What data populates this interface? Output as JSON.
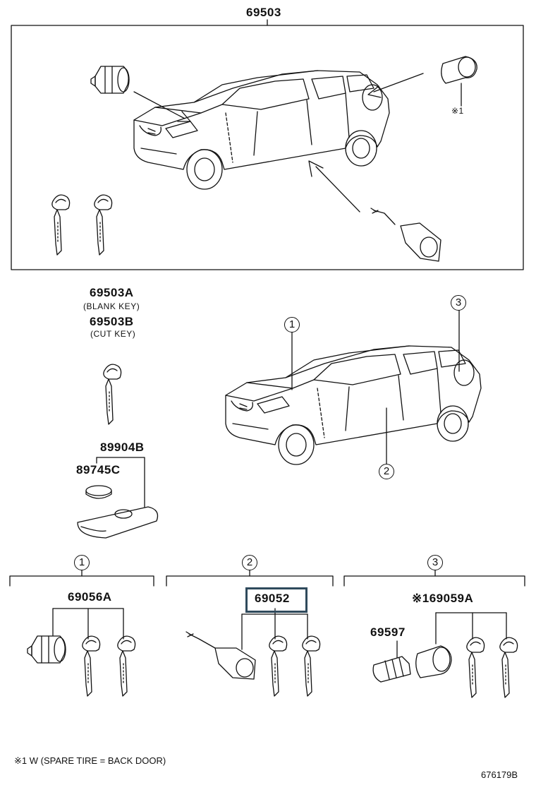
{
  "top_assembly": {
    "part_number": "69503",
    "note_marker": "※1"
  },
  "keys": {
    "blank_key_number": "69503A",
    "blank_key_label": "(BLANK KEY)",
    "cut_key_number": "69503B",
    "cut_key_label": "(CUT KEY)"
  },
  "remote": {
    "transmitter_number": "89904B",
    "battery_number": "89745C"
  },
  "callouts": [
    "1",
    "2",
    "3"
  ],
  "sections": [
    {
      "marker": "1",
      "part_number": "69056A"
    },
    {
      "marker": "2",
      "part_number": "69052"
    },
    {
      "marker": "3",
      "part_number": "※169059A",
      "extra_part_number": "69597"
    }
  ],
  "footnote": "※1 W (SPARE TIRE =  BACK DOOR)",
  "diagram_id": "676179B"
}
